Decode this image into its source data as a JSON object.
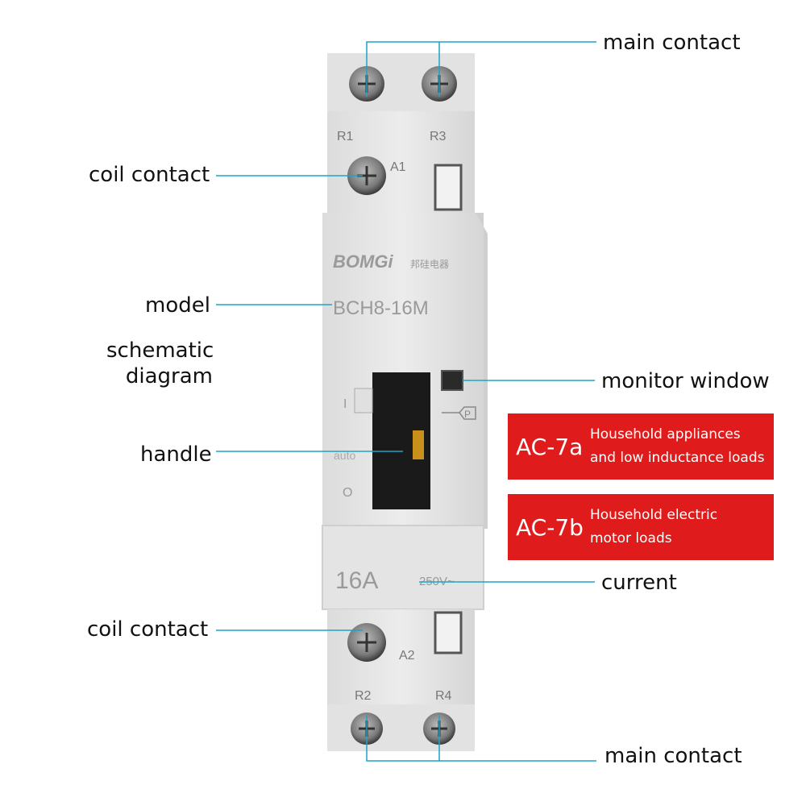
{
  "device": {
    "brand": "BOMGi",
    "brand_cn": "邦硅电器",
    "model": "BCH8-16M",
    "rating_current": "16A",
    "rating_voltage": "250V~",
    "terminals": {
      "top_left": "R1",
      "top_right": "R3",
      "coil_top": "A1",
      "coil_bottom": "A2",
      "bottom_left": "R2",
      "bottom_right": "R4"
    },
    "switch_marks": {
      "on": "I",
      "auto": "auto",
      "off": "O",
      "p": "P"
    }
  },
  "callouts": {
    "main_contact_top": "main contact",
    "coil_contact_top": "coil contact",
    "model": "model",
    "schematic_line1": "schematic",
    "schematic_line2": "diagram",
    "monitor_window": "monitor window",
    "handle": "handle",
    "current": "current",
    "coil_contact_bottom": "coil contact",
    "main_contact_bottom": "main contact"
  },
  "badges": [
    {
      "code": "AC-7a",
      "line1": "Household appliances",
      "line2": "and low inductance loads"
    },
    {
      "code": "AC-7b",
      "line1": "Household electric",
      "line2": "motor loads"
    }
  ],
  "colors": {
    "leader": "#1fa3c8",
    "badge": "#e01b1b",
    "housing": "#e6e6e6",
    "handle": "#1a1a1a"
  }
}
